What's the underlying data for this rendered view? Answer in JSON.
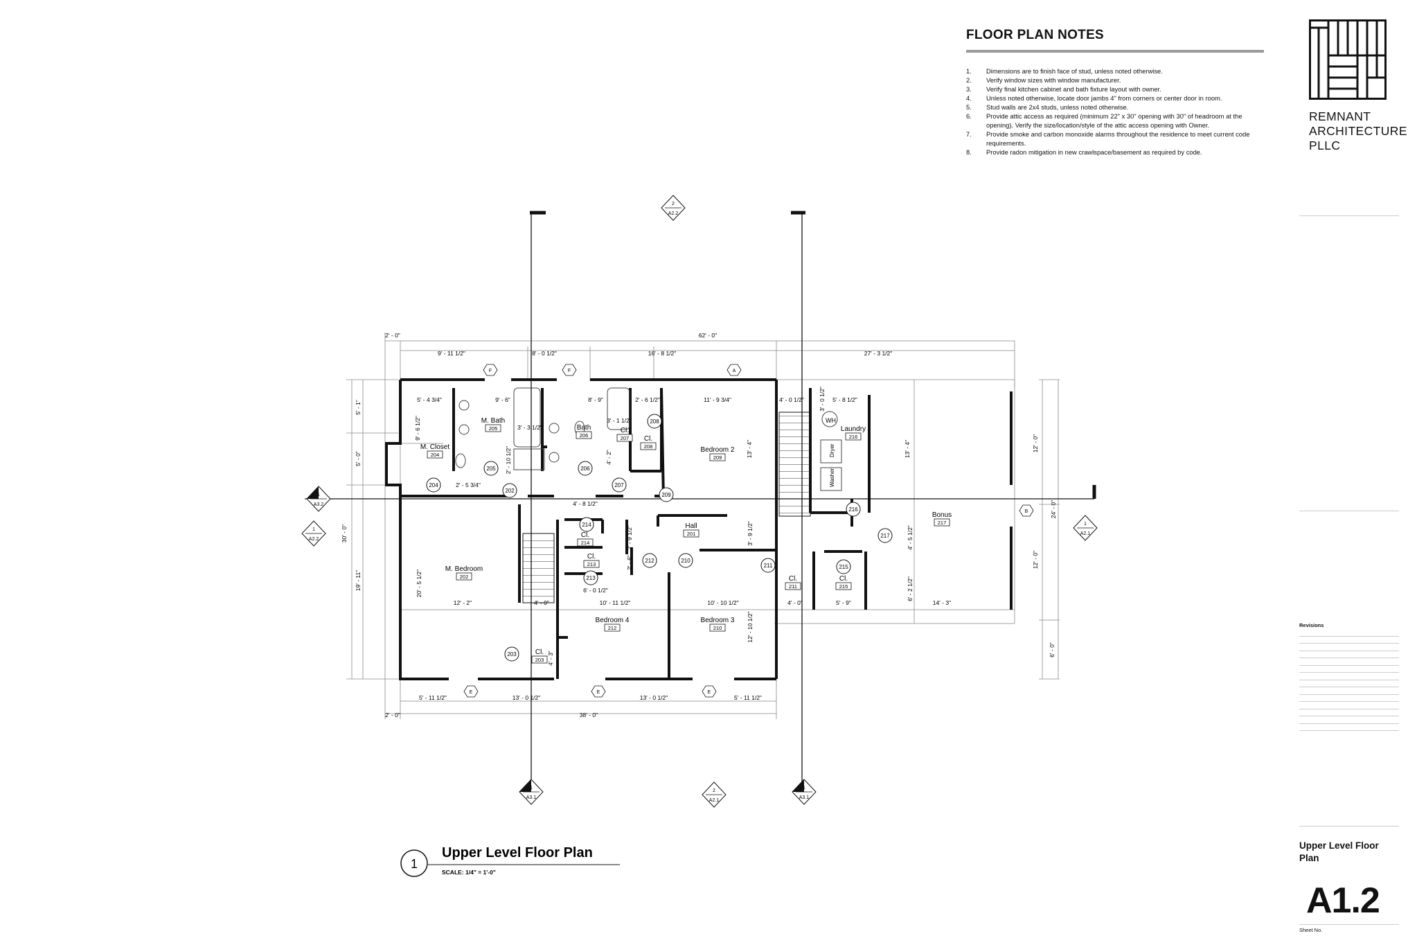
{
  "notes": {
    "title": "FLOOR PLAN NOTES",
    "items": [
      {
        "num": "1.",
        "text": "Dimensions are to finish face of stud, unless noted otherwise."
      },
      {
        "num": "2.",
        "text": "Verify window sizes with window manufacturer."
      },
      {
        "num": "3.",
        "text": "Verify final kitchen cabinet and bath fixture layout with owner."
      },
      {
        "num": "4.",
        "text": "Unless noted otherwise, locate door jambs 4\" from corners or center door in room."
      },
      {
        "num": "5.",
        "text": "Stud walls are 2x4 studs, unless noted otherwise."
      },
      {
        "num": "6.",
        "text": "Provide attic access as required (minimum 22\" x 30\" opening with 30\" of headroom at the opening). Verify the size/location/style of the attic access opening with Owner."
      },
      {
        "num": "7.",
        "text": "Provide smoke and carbon monoxide alarms throughout the residence to meet current code requirements."
      },
      {
        "num": "8.",
        "text": "Provide radon mitigation in new crawlspace/basement as required by code."
      }
    ]
  },
  "firm": {
    "line1": "REMNANT",
    "line2": "ARCHITECTURE",
    "line3": "PLLC"
  },
  "titleblock": {
    "revisions_label": "Revisions",
    "sheet_title": "Upper Level Floor Plan",
    "sheet_number": "A1.2",
    "sheet_no_label": "Sheet No."
  },
  "drawing": {
    "number": "1",
    "title": "Upper Level Floor Plan",
    "scale": "SCALE:  1/4\" = 1'-0\""
  },
  "rooms": [
    {
      "name": "M. Closet",
      "num": "204"
    },
    {
      "name": "M. Bath",
      "num": "205"
    },
    {
      "name": "Bath",
      "num": "206"
    },
    {
      "name": "Cl.",
      "num": "207"
    },
    {
      "name": "Cl.",
      "num": "208"
    },
    {
      "name": "Bedroom 2",
      "num": "209"
    },
    {
      "name": "Laundry",
      "num": "216"
    },
    {
      "name": "Bonus",
      "num": "217"
    },
    {
      "name": "Hall",
      "num": "201"
    },
    {
      "name": "M. Bedroom",
      "num": "202"
    },
    {
      "name": "Cl.",
      "num": "214"
    },
    {
      "name": "Cl.",
      "num": "213"
    },
    {
      "name": "Bedroom 4",
      "num": "212"
    },
    {
      "name": "Bedroom 3",
      "num": "210"
    },
    {
      "name": "Cl.",
      "num": "211"
    },
    {
      "name": "Cl.",
      "num": "215"
    },
    {
      "name": "Cl.",
      "num": "203"
    }
  ],
  "door_tags": [
    "208",
    "205",
    "206",
    "207",
    "204",
    "202",
    "209",
    "214",
    "213",
    "212",
    "210",
    "211",
    "215",
    "216",
    "217",
    "203"
  ],
  "dims": {
    "d_top_2": "2' - 0\"",
    "d_62": "62' - 0\"",
    "d_9_11": "9' - 11 1/2\"",
    "d_8_0": "8' - 0 1/2\"",
    "d_16_8": "16' - 8 1/2\"",
    "d_27_3": "27' - 3 1/2\"",
    "d_5_4": "5' - 4 3/4\"",
    "d_9_6": "9' - 6\"",
    "d_8_9": "8' - 9\"",
    "d_2_6": "2' - 6 1/2\"",
    "d_11_9": "11' - 9 3/4\"",
    "d_4_0a": "4' - 0 1/2\"",
    "d_5_8": "5' - 8 1/2\"",
    "d_3_3": "3' - 3 1/2\"",
    "d_3_1": "3' - 1 1/2\"",
    "d_2_5": "2' - 5 3/4\"",
    "d_4_8": "4' - 8 1/2\"",
    "d_6_0": "6' - 0 1/2\"",
    "d_10_11": "10' - 11 1/2\"",
    "d_10_10": "10' - 10 1/2\"",
    "d_12_2": "12' - 2\"",
    "d_4_0b": "4' - 0\"",
    "d_4_0c": "4' - 0\"",
    "d_5_9": "5' - 9\"",
    "d_14_3": "14' - 3\"",
    "d_b_5_11a": "5' - 11 1/2\"",
    "d_b_13a": "13' - 0 1/2\"",
    "d_b_13b": "13' - 0 1/2\"",
    "d_b_5_11b": "5' - 11 1/2\"",
    "d_b_2": "2' - 0\"",
    "d_b_38": "38' - 0\"",
    "v_5_1": "5' - 1\"",
    "v_5_0": "5' - 0\"",
    "v_30": "30' - 0\"",
    "v_19_11": "19' - 11\"",
    "v_9_6": "9' - 6 1/2\"",
    "v_2_10": "2' - 10 1/2\"",
    "v_4_2": "4' - 2\"",
    "v_20_5": "20' - 5 1/2\"",
    "v_2_9": "2' - 9 1/2\"",
    "v_2_6": "2' - 6\"",
    "v_3_9": "3' - 9 1/2\"",
    "v_13_4a": "13' - 4\"",
    "v_13_4b": "13' - 4\"",
    "v_3_0": "3' - 0 1/2\"",
    "v_4_5": "4' - 5 1/2\"",
    "v_6_2": "6' - 2 1/2\"",
    "v_12_10": "12' - 10 1/2\"",
    "v_4_3": "4' - 3\"",
    "v_12_0a": "12' - 0\"",
    "v_12_0b": "12' - 0\"",
    "v_24": "24' - 0\"",
    "v_6": "6' - 0\""
  },
  "grid": {
    "F1": "F",
    "F2": "F",
    "A": "A",
    "E1": "E",
    "E2": "E",
    "E3": "E",
    "B": "B"
  },
  "section_tags": {
    "top": {
      "num": "2",
      "sheet": "A2.2"
    },
    "left": {
      "num": "1",
      "sheet": "A2.2"
    },
    "right": {
      "num": "1",
      "sheet": "A2.1"
    },
    "bottom": {
      "num": "2",
      "sheet": "A2.1"
    },
    "cut_left": {
      "num": "1",
      "sheet": "A3.2"
    },
    "cut_b1": {
      "num": "1",
      "sheet": "A3.1"
    },
    "cut_b2": {
      "num": "1",
      "sheet": "A3.1"
    }
  },
  "fixtures": {
    "wh": "WH",
    "dryer": "Dryer",
    "washer": "Washer"
  }
}
